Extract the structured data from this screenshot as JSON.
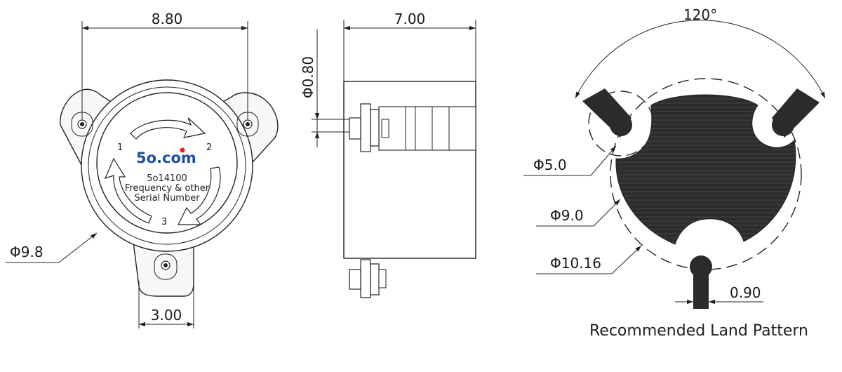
{
  "top_view": {
    "dim_width": "8.80",
    "dim_diameter": "Φ9.8",
    "dim_bottom_tab": "3.00",
    "pin_1": "1",
    "pin_2": "2",
    "pin_3": "3",
    "logo_text": "5o.com",
    "label_part": "5o14100",
    "label_line_2": "Frequency & other",
    "label_line_3": "Serial Number"
  },
  "side_view": {
    "dim_length": "7.00",
    "dim_pin": "Φ0.80"
  },
  "land_pattern": {
    "dim_angle": "120°",
    "dim_pad_circle": "Φ5.0",
    "dim_inner_circle": "Φ9.0",
    "dim_outer_circle": "Φ10.16",
    "dim_pad_width": "0.90",
    "caption": "Recommended Land Pattern"
  },
  "colors": {
    "line": "#222222",
    "pad_fill": "#2b2b2b",
    "logo_blue": "#1f4fa3",
    "logo_red": "#e2231a"
  }
}
